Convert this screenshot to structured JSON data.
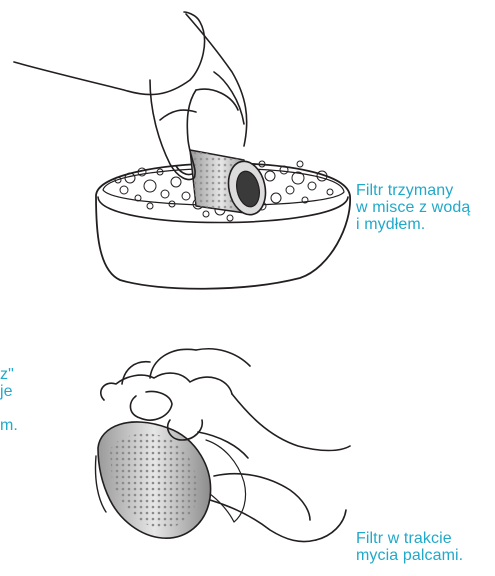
{
  "captions": {
    "top": "Filtr trzymany\nw misce z wodą\ni mydłem.",
    "left_fragment": "z\"\nje\n\nm.",
    "bottom": "Filtr w trakcie\nmycia palcami."
  },
  "colors": {
    "caption": "#21a9c9",
    "line": "#231f20"
  },
  "illustrations": {
    "top": "hand-holding-filter-in-soapy-bowl",
    "bottom": "hands-washing-filter-with-fingers"
  }
}
